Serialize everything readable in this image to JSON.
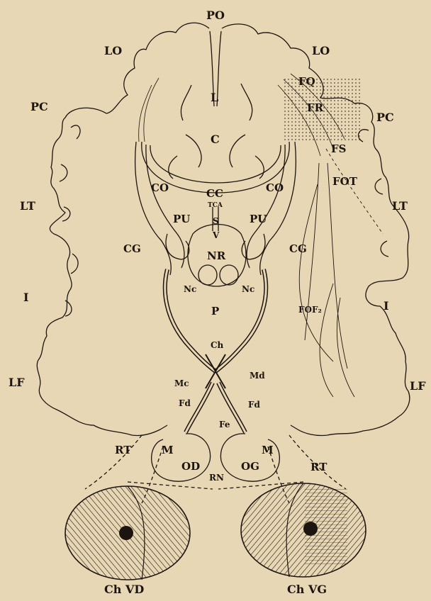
{
  "labels": {
    "po": "PO",
    "lo_left": "LO",
    "lo_right": "LO",
    "pc_left": "PC",
    "pc_right": "PC",
    "l": "L",
    "c": "C",
    "fq": "FQ",
    "fr": "FR",
    "fs": "FS",
    "fot": "FOT",
    "lt_left": "LT",
    "lt_right": "LT",
    "co_left": "CO",
    "co_right": "CO",
    "cc": "CC",
    "tca": "TCA",
    "pu_left": "PU",
    "pu_right": "PU",
    "s": "S",
    "v": "V",
    "cg_left": "CG",
    "cg_right": "CG",
    "nr": "NR",
    "nc_left": "Nc",
    "nc_right": "Nc",
    "i_left": "I",
    "i_right": "I",
    "p": "P",
    "fof2": "FOF₂",
    "ch": "Ch",
    "lf_left": "LF",
    "lf_right": "LF",
    "mc": "Mc",
    "md": "Md",
    "fd_left": "Fd",
    "fd_right": "Fd",
    "fe": "Fe",
    "rt_left": "RT",
    "rt_right": "RT",
    "m_left": "M",
    "m_right": "M",
    "od": "OD",
    "og": "OG",
    "rn": "RN",
    "chvd": "Ch VD",
    "chvg": "Ch VG"
  },
  "colors": {
    "paper": "#e8d7b4",
    "ink": "#1c140e"
  }
}
